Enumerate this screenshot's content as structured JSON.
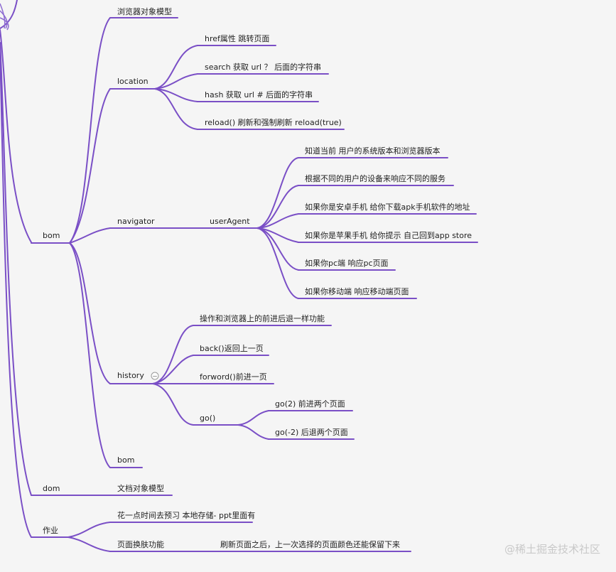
{
  "accent_color": "#7a4fc6",
  "nodes": {
    "dom_top": "浏览器对象模型",
    "bom": "bom",
    "location": "location",
    "href": "href属性 跳转页面",
    "search": "search 获取 url  ？ 后面的字符串",
    "hash": "hash 获取 url # 后面的字符串",
    "reload": "reload() 刷新和强制刷新 reload(true)",
    "navigator": "navigator",
    "useragent": "userAgent",
    "ua1": "知道当前 用户的系统版本和浏览器版本",
    "ua2": "根据不同的用户的设备来响应不同的服务",
    "ua3": "如果你是安卓手机 给你下载apk手机软件的地址",
    "ua4": "如果你是苹果手机 给你提示 自己回到app store",
    "ua5": "如果你pc端 响应pc页面",
    "ua6": "如果你移动端 响应移动端页面",
    "history": "history",
    "collapse_symbol": "−",
    "h1": "操作和浏览器上的前进后退一样功能",
    "h2": "back()返回上一页",
    "h3": "forword()前进一页",
    "go": "go()",
    "go1": "go(2) 前进两个页面",
    "go2": "go(-2) 后退两个页面",
    "bom2": "bom",
    "dom": "dom",
    "dom_desc": "文档对象模型",
    "homework": "作业",
    "hw1": "花一点时间去预习 本地存储- ppt里面有",
    "hw2": "页面换肤功能",
    "hw2_desc": "刷新页面之后，上一次选择的页面颜色还能保留下来"
  },
  "watermark": "@稀土掘金技术社区"
}
